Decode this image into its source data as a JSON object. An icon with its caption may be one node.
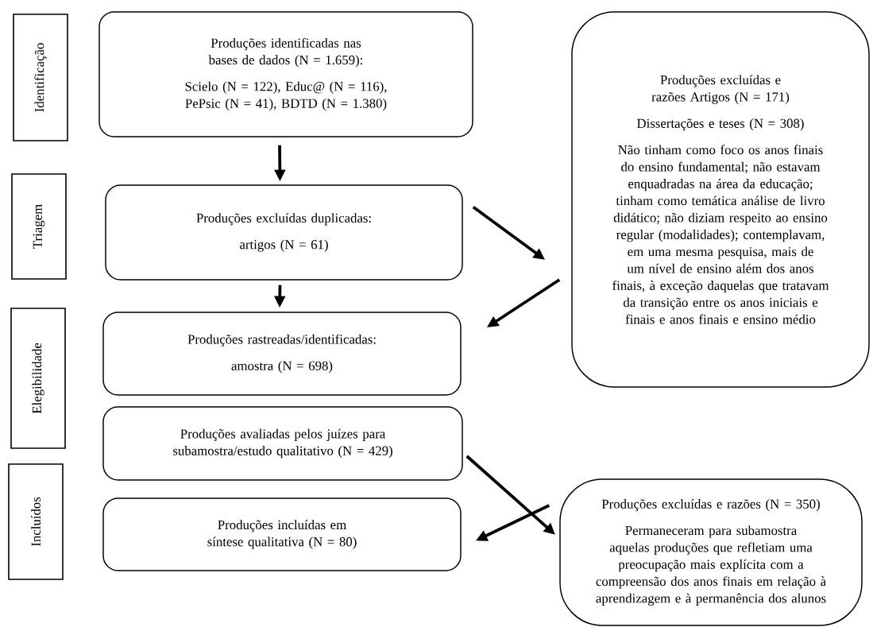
{
  "diagram": {
    "nodes": [
      {
        "text": [
          "Identificação"
        ]
      },
      {
        "text": [
          "Triagem"
        ]
      },
      {
        "text": [
          "Elegibilidade"
        ]
      },
      {
        "text": [
          "Incluídos"
        ]
      },
      {
        "text": [
          "Produções identificadas nas bases de dados (N = 1.659):",
          "Scielo (N = 122), Educ@ (N = 116), PePsic (N = 41), BDTD (N = 1.380)"
        ]
      },
      {
        "text": [
          "Produções excluídas duplicadas:",
          "artigos (N = 61)"
        ]
      },
      {
        "text": [
          "Produções rastreadas/identificadas:",
          "amostra (N = 698)"
        ]
      },
      {
        "text": [
          "Produções avaliadas pelos juízes para subamostra/estudo qualitativo (N = 429)"
        ]
      },
      {
        "text": [
          "Produções incluídas em síntese qualitativa (N = 80)"
        ]
      },
      {
        "text": [
          "Produções excluídas e razões Artigos (N = 171)",
          "Dissertações e teses (N = 308)",
          "Não tinham como foco os anos finais do ensino fundamental; não estavam enquadradas na área da educação; tinham como temática análise de livro didático; não diziam respeito ao ensino regular (modalidades); contemplavam, em uma mesma pesquisa, mais de um nível de ensino além dos anos finais, à exceção daquelas que tratavam da transição entre os anos iniciais e finais e anos finais e ensino médio"
        ]
      },
      {
        "text": [
          "Produções excluídas e razões (N = 350)",
          "Permaneceram para subamostra aquelas produções que refletiam uma preocupação mais explícita com a compreensão dos anos finais em relação à aprendizagem e à permanência dos alunos"
        ]
      }
    ],
    "edges": [
      {
        "from": 4,
        "to": 5,
        "arrow": "to"
      },
      {
        "from": 5,
        "to": 9,
        "arrow": "to"
      },
      {
        "from": 9,
        "to": 6,
        "arrow": "to"
      },
      {
        "from": 5,
        "to": 6,
        "arrow": "to"
      },
      {
        "from": 7,
        "to": 10,
        "arrow": "to"
      },
      {
        "from": 10,
        "to": 8,
        "arrow": "to"
      }
    ]
  }
}
